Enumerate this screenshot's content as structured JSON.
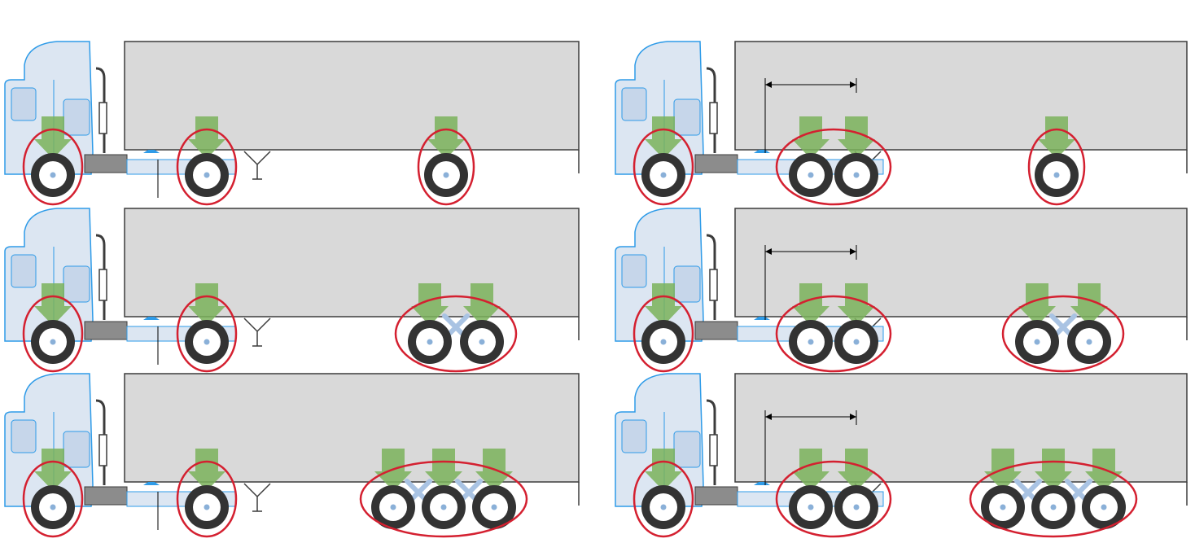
{
  "colors": {
    "trailer_fill": "#d9d9d9",
    "trailer_stroke": "#3c3c3c",
    "cab_fill": "#dce6f2",
    "cab_stroke": "#2e9be8",
    "cab_glass": "#c6d6ea",
    "load_arrow": "#7ab25a",
    "axle_group_ring": "#d42030",
    "tire": "#333333",
    "rim": "#ffffff",
    "hub": "#8ab0d8",
    "bogie_cross": "#a9c3e3",
    "dimension_line": "#000000"
  },
  "configurations": [
    {
      "id": "r1-left",
      "steer_axles": 1,
      "drive_axles": 1,
      "trailer_axles": 1,
      "spacing_dimension": false
    },
    {
      "id": "r1-right",
      "steer_axles": 1,
      "drive_axles": 2,
      "trailer_axles": 1,
      "spacing_dimension": true
    },
    {
      "id": "r2-left",
      "steer_axles": 1,
      "drive_axles": 1,
      "trailer_axles": 2,
      "spacing_dimension": false
    },
    {
      "id": "r2-right",
      "steer_axles": 1,
      "drive_axles": 2,
      "trailer_axles": 2,
      "spacing_dimension": true
    },
    {
      "id": "r3-left",
      "steer_axles": 1,
      "drive_axles": 1,
      "trailer_axles": 3,
      "spacing_dimension": false
    },
    {
      "id": "r3-right",
      "steer_axles": 1,
      "drive_axles": 2,
      "trailer_axles": 3,
      "spacing_dimension": true
    }
  ]
}
